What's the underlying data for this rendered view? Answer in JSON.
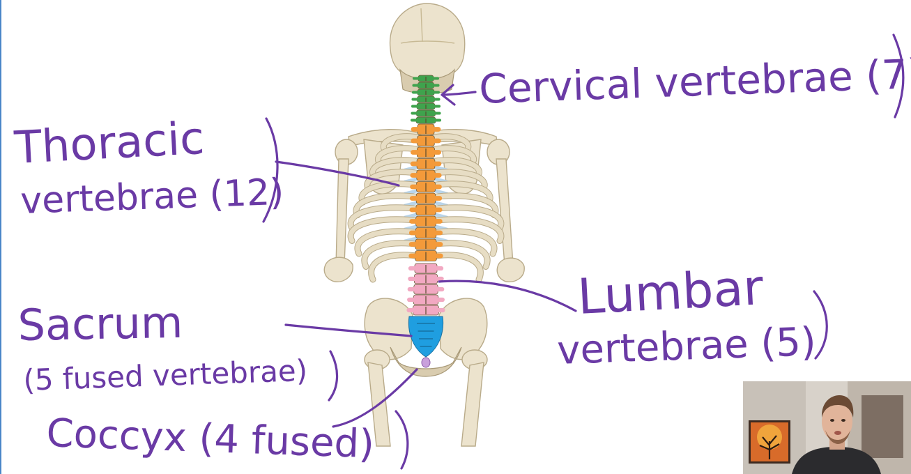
{
  "labels": {
    "cervical": "Cervical vertebrae (7)",
    "thoracic_line1": "Thoracic",
    "thoracic_line2": "vertebrae (12)",
    "lumbar_line1": "Lumbar",
    "lumbar_line2": "vertebrae (5)",
    "sacrum_line1": "Sacrum",
    "sacrum_line2": "(5 fused vertebrae)",
    "coccyx": "Coccyx (4 fused)"
  },
  "colors": {
    "ink": "#6a3aa5",
    "cervical": "#3fa34d",
    "thoracic": "#f39a3a",
    "lumbar": "#f2a9c2",
    "sacrum": "#1f9ee0",
    "coccyx": "#c9a0dc",
    "bone": "#ece3cd",
    "edge": "#4a86c8"
  },
  "icons": {
    "webcam": "presenter-webcam-icon",
    "painting": "tree-painting-icon"
  }
}
